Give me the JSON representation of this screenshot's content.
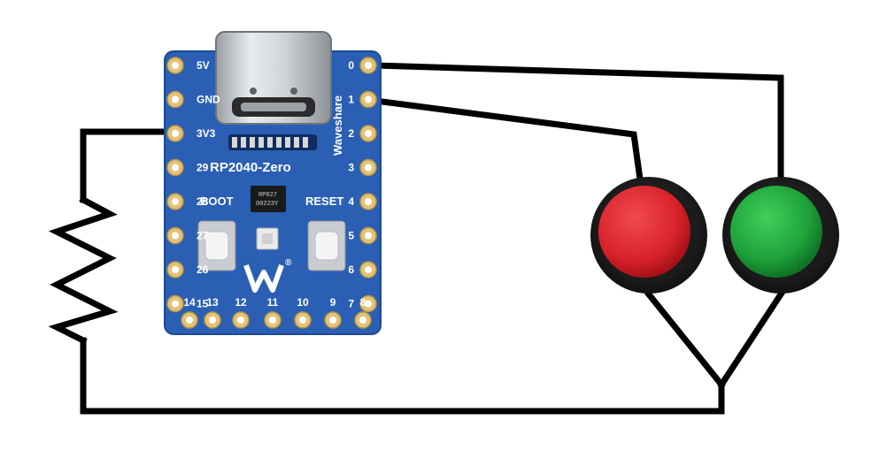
{
  "board": {
    "name": "RP2040-Zero",
    "brand": "Waveshare",
    "boot_label": "BOOT",
    "reset_label": "RESET",
    "chip_line1": "RP027",
    "chip_line2": "00223Y",
    "registered_mark": "®",
    "left_pins": [
      "5V",
      "GND",
      "3V3",
      "29",
      "28",
      "27",
      "26",
      "15"
    ],
    "right_pins": [
      "0",
      "1",
      "2",
      "3",
      "4",
      "5",
      "6",
      "7"
    ],
    "bottom_pins": [
      "14",
      "13",
      "12",
      "11",
      "10",
      "9",
      "8"
    ],
    "colors": {
      "pcb": "#2a5fb4",
      "pcb_edge": "#1d4a92",
      "pad": "#e3c27a"
    }
  },
  "buttons": [
    {
      "color": "red",
      "cap": "#d9232b"
    },
    {
      "color": "green",
      "cap": "#1ea13a"
    }
  ],
  "components": {
    "resistor": "resistor",
    "wires": "black"
  }
}
